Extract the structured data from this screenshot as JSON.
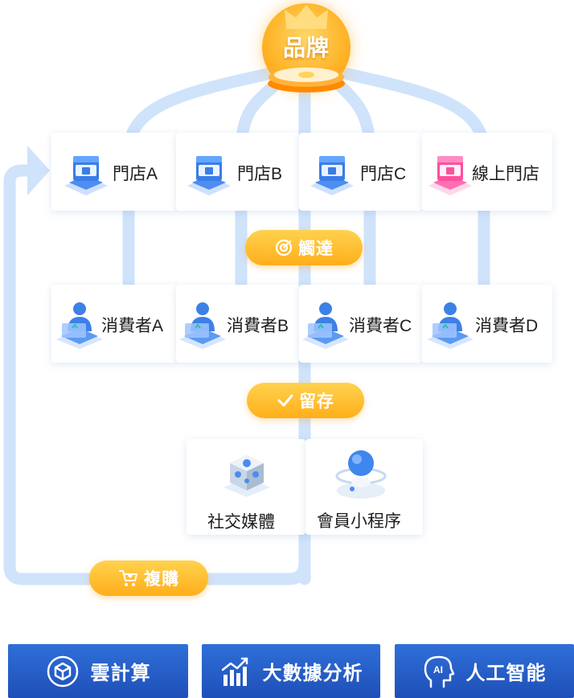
{
  "brand": {
    "label": "品牌"
  },
  "stores": [
    {
      "label": "門店A"
    },
    {
      "label": "門店B"
    },
    {
      "label": "門店C"
    },
    {
      "label": "線上門店"
    }
  ],
  "reach": {
    "label": "觸達"
  },
  "consumers": [
    {
      "label": "消費者A"
    },
    {
      "label": "消費者B"
    },
    {
      "label": "消費者C"
    },
    {
      "label": "消費者D"
    }
  ],
  "retain": {
    "label": "留存"
  },
  "channels": [
    {
      "label": "社交媒體"
    },
    {
      "label": "會員小程序"
    }
  ],
  "repurchase": {
    "label": "複購"
  },
  "bottom_tabs": [
    {
      "label": "雲計算",
      "icon": "cube-icon"
    },
    {
      "label": "大數據分析",
      "icon": "bar-chart-icon"
    },
    {
      "label": "人工智能",
      "icon": "ai-head-icon"
    }
  ],
  "colors": {
    "flow_line": "#cfe3fb",
    "pill": "#ffb524",
    "bottom_tab": "#2557c8",
    "online_store": "#ff5aa8"
  }
}
